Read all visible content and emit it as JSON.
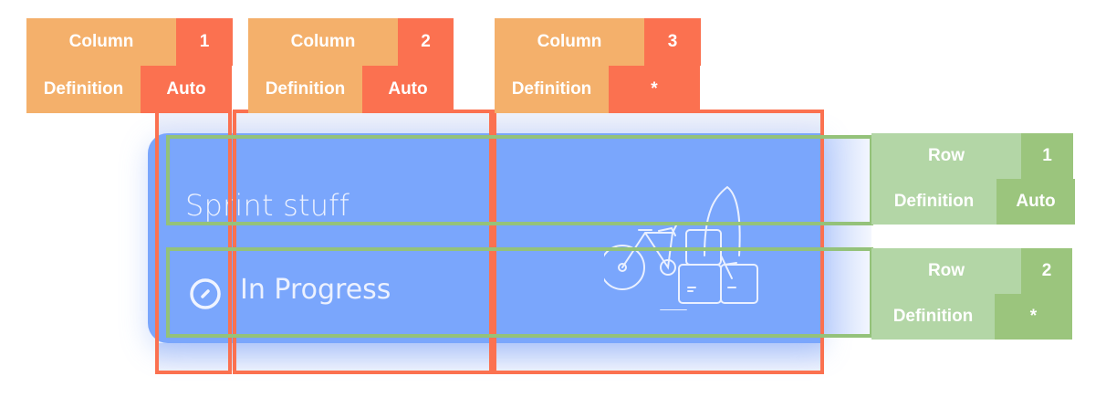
{
  "card": {
    "title": "Sprint stuff",
    "status": "In Progress",
    "status_icon": "compass-icon",
    "illustration": "bicycle-boxes-surfboard-illustration"
  },
  "columns": [
    {
      "label": "Column",
      "index": "1",
      "definition_label": "Definition",
      "definition": "Auto"
    },
    {
      "label": "Column",
      "index": "2",
      "definition_label": "Definition",
      "definition": "Auto"
    },
    {
      "label": "Column",
      "index": "3",
      "definition_label": "Definition",
      "definition": "*"
    }
  ],
  "rows": [
    {
      "label": "Row",
      "index": "1",
      "definition_label": "Definition",
      "definition": "Auto"
    },
    {
      "label": "Row",
      "index": "2",
      "definition_label": "Definition",
      "definition": "*"
    }
  ],
  "colors": {
    "column_light": "#f4b06b",
    "column_dark": "#fb7150",
    "row_light": "#b3d6a6",
    "row_dark": "#9bc57d",
    "card_blue": "#7aa6fc"
  }
}
